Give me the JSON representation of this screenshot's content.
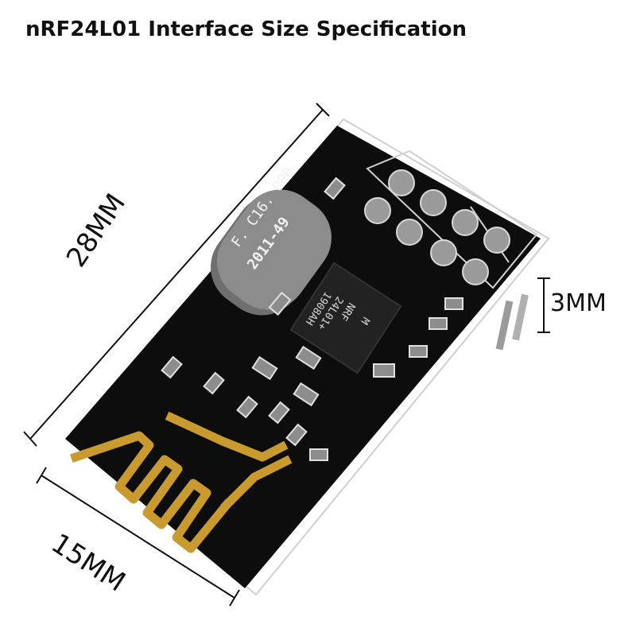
{
  "title": "nRF24L01 Interface Size Specification",
  "dimensions": {
    "length": "28MM",
    "width": "15MM",
    "pin_height": "3MM"
  },
  "crystal": {
    "line1": "F. C16. 000",
    "line2": "2011-49"
  },
  "chip": {
    "line1": "NRF",
    "line2": "24L01+",
    "line3": "1908AH",
    "line4": "M"
  },
  "colors": {
    "board": "#0d0d0d",
    "antenna": "#c99a2e",
    "crystal": "#7a7a7a",
    "pin": "#9a9a9a",
    "text": "#111111"
  }
}
